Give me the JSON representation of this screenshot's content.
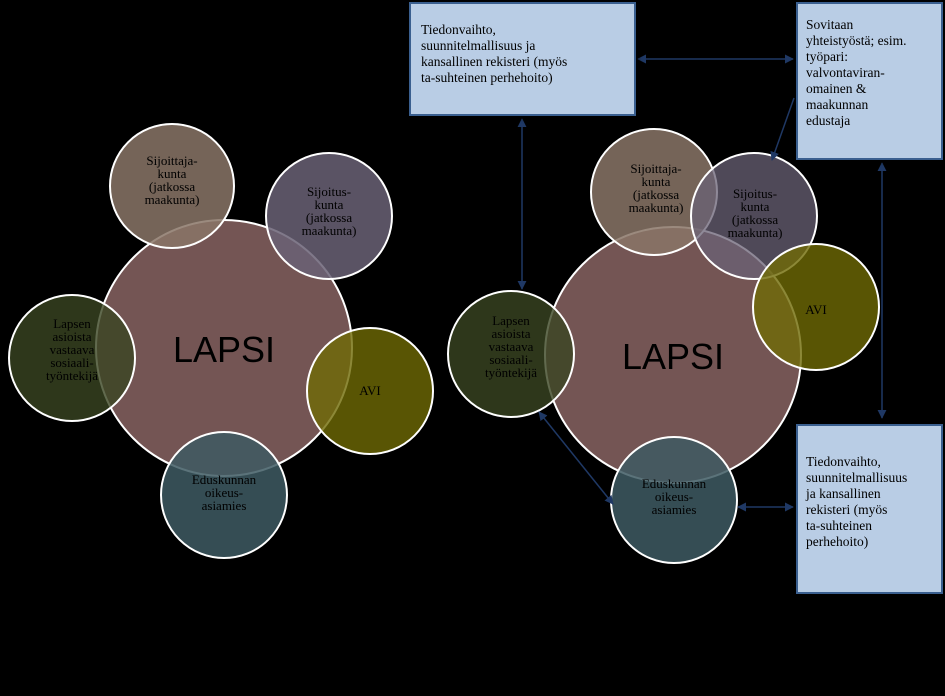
{
  "colors": {
    "background": "#000000",
    "lapsi": "#7a5a59",
    "sijoittajakunta": "#8a7667",
    "sijoituskunta": "#6a6275",
    "avi": "#6f6a05",
    "sosiaalityontekija": "#3a4522",
    "oikeusasiamies": "#3e5a63",
    "box_fill": "#b9cde5",
    "box_border": "#3a5f8f",
    "connector": "#1f3864"
  },
  "left_diagram": {
    "lapsi": "LAPSI",
    "sijoittajakunta": "Sijoittaja-\nkunta\n(jatkossa\nmaakunta)",
    "sijoituskunta": "Sijoitus-\nkunta\n(jatkossa\nmaakunta)",
    "avi": "AVI",
    "sosiaalityontekija": "Lapsen\nasioista\nvastaava\nsosiaali-\ntyöntekijä",
    "oikeusasiamies": "Eduskunnan\noikeus-\nasiamies"
  },
  "right_diagram": {
    "lapsi": "LAPSI",
    "sijoittajakunta": "Sijoittaja-\nkunta\n(jatkossa\nmaakunta)",
    "sijoituskunta": "Sijoitus-\nkunta\n(jatkossa\nmaakunta)",
    "avi": "AVI",
    "sosiaalityontekija": "Lapsen\nasioista\nvastaava\nsosiaali-\ntyöntekijä",
    "oikeusasiamies": "Eduskunnan\noikeus-\nasiamies"
  },
  "boxes": {
    "top_center": "Tiedonvaihto,\nsuunnitelmallisuus ja\nkansallinen rekisteri (myös\nta-suhteinen perhehoito)",
    "top_right": "Sovitaan\nyhteistyöstä; esim.\ntyöpari:\nvalvontaviran-\nomainen &\nmaakunnan\nedustaja",
    "bottom_right": "Tiedonvaihto,\nsuunnitelmallisuus\nja kansallinen\nrekisteri (myös\nta-suhteinen\nperhehoito)"
  }
}
